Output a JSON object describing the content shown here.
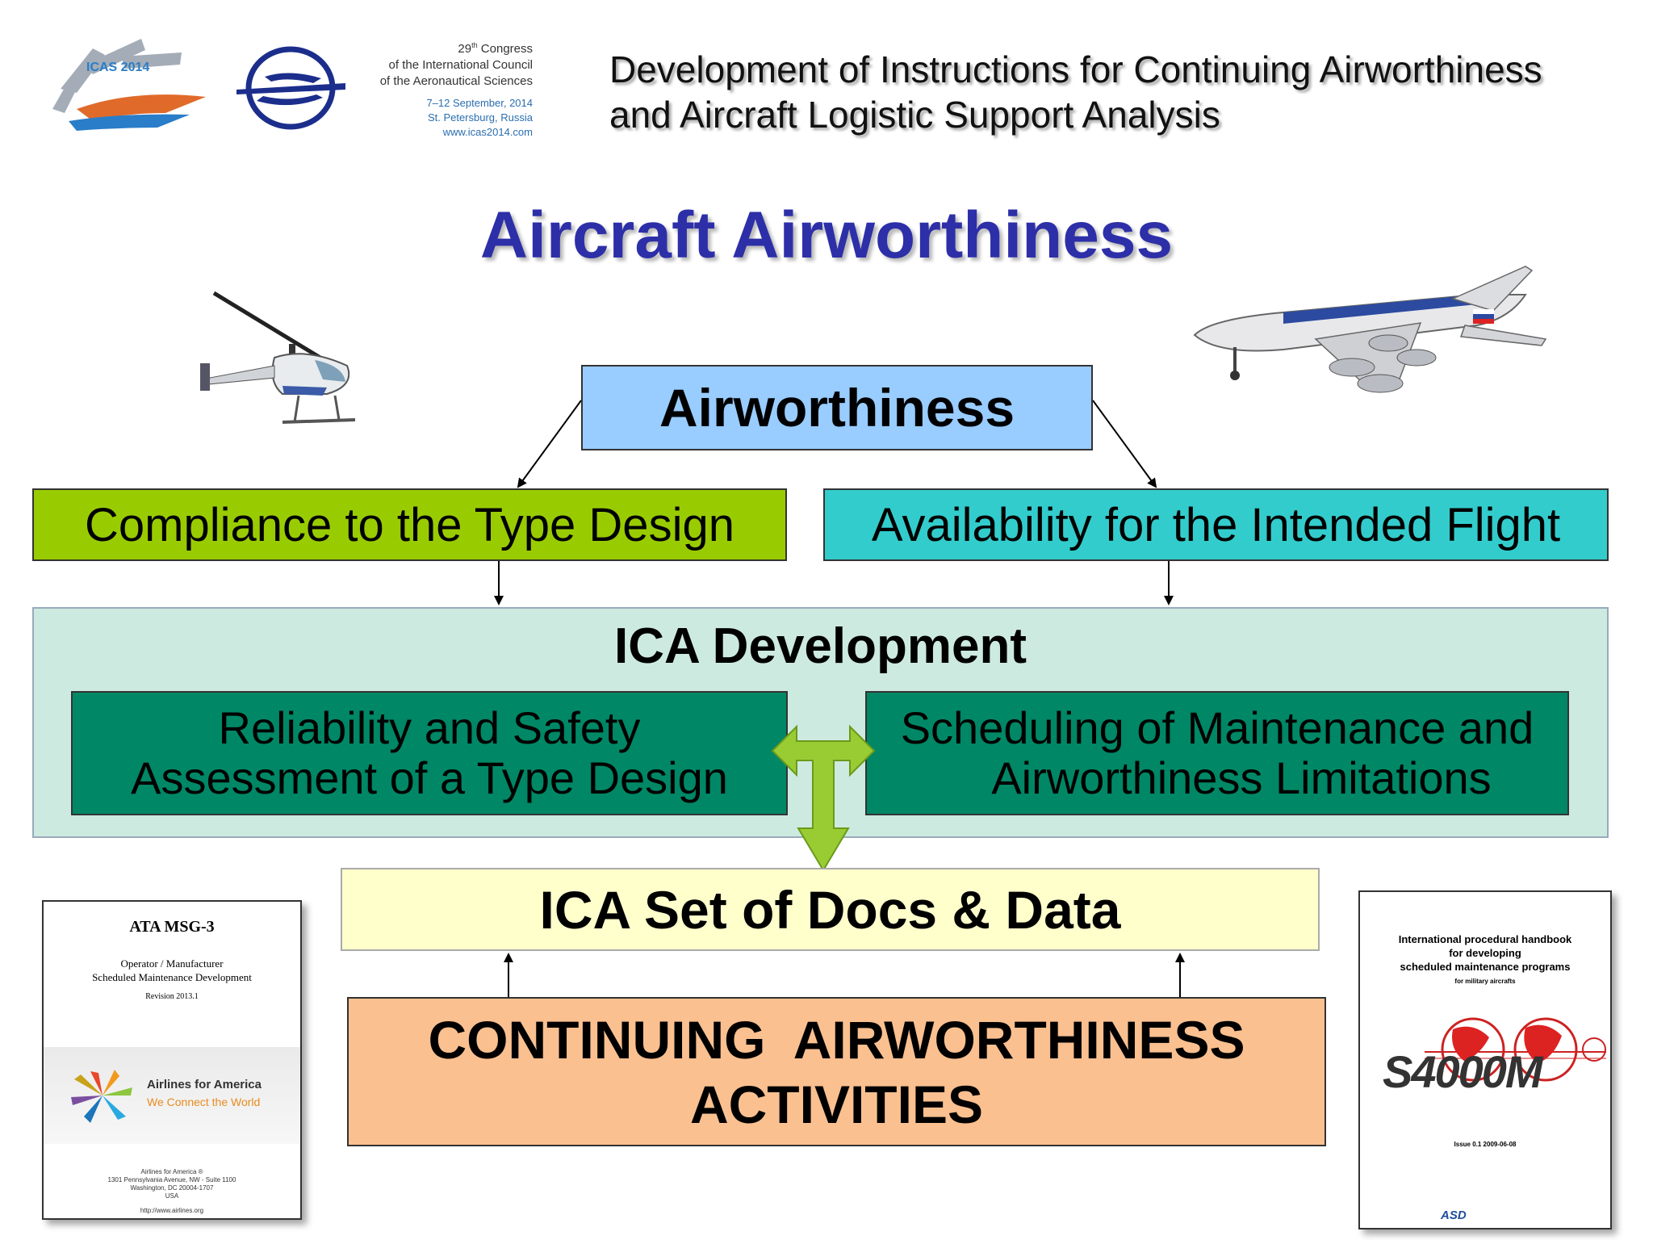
{
  "header": {
    "title_line1": "Development of Instructions for Continuing Airworthiness",
    "title_line2": "and Aircraft Logistic Support Analysis",
    "logo_text": "ICAS 2014",
    "congress_number": "29",
    "congress_number_suffix": "th",
    "congress_line1": "Congress",
    "congress_line2": "of the International Council",
    "congress_line3": "of the Aeronautical Sciences",
    "dates": "7–12 September, 2014",
    "location": "St. Petersburg, Russia",
    "website": "www.icas2014.com"
  },
  "title": "Aircraft Airworthiness",
  "boxes": {
    "airworthiness": "Airworthiness",
    "compliance": "Compliance to the Type Design",
    "availability": "Availability for the Intended Flight",
    "ica_development": "ICA Development",
    "reliability_line1": "Reliability and Safety",
    "reliability_line2": "Assessment of a Type Design",
    "scheduling_line1": "Scheduling of Maintenance and",
    "scheduling_line2": "Airworthiness Limitations",
    "ica_docs": "ICA Set of Docs & Data",
    "continuing_line1": "CONTINUING  AIRWORTHINESS",
    "continuing_line2": "ACTIVITIES"
  },
  "doc_msg3": {
    "title": "ATA MSG-3",
    "sub_line1": "Operator / Manufacturer",
    "sub_line2": "Scheduled Maintenance Development",
    "revision": "Revision 2013.1",
    "org_name": "Airlines for America",
    "tagline": "We Connect the World",
    "address_line1": "Airlines for America ®",
    "address_line2": "1301 Pennsylvania Avenue, NW - Suite 1100",
    "address_line3": "Washington, DC 20004-1707",
    "address_line4": "USA",
    "url": "http://www.airlines.org"
  },
  "doc_s4000": {
    "title_line1": "International procedural handbook",
    "title_line2": "for developing",
    "title_line3": "scheduled maintenance programs",
    "subtitle": "for military aircrafts",
    "logo": "S4000M",
    "issue": "Issue 0.1 2009-06-08",
    "publisher": "ASD"
  },
  "colors": {
    "title_blue": "#2d2fa8",
    "airworthiness_blue": "#99ccff",
    "compliance_green": "#99cc00",
    "availability_teal": "#33cccc",
    "ica_panel": "#cdeae0",
    "dark_green": "#008766",
    "docs_yellow": "#ffffcc",
    "activities_orange": "#fac090",
    "double_arrow": "#99cc33"
  }
}
